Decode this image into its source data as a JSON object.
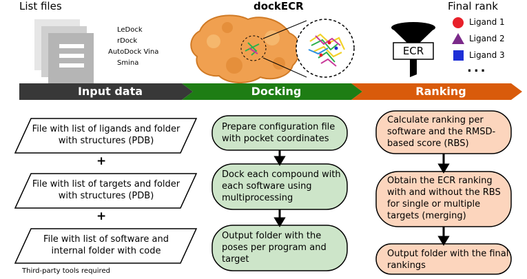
{
  "header": {
    "list_files": "List files",
    "programs": [
      "LeDock",
      "rDock",
      "AutoDock Vina",
      "Smina"
    ],
    "dockecr": "dockECR",
    "final_rank": "Final rank",
    "ecr_label": "ECR",
    "ligands": [
      {
        "label": "Ligand 1",
        "color": "#e8202a",
        "shape": "circle"
      },
      {
        "label": "Ligand 2",
        "color": "#7b2a8a",
        "shape": "triangle"
      },
      {
        "label": "Ligand 3",
        "color": "#1e2fd6",
        "shape": "square"
      }
    ],
    "more": "..."
  },
  "banner": {
    "input": "Input data",
    "docking": "Docking",
    "ranking": "Ranking",
    "colors": {
      "input": "#383838",
      "docking": "#1e7d14",
      "ranking": "#d95b0b"
    }
  },
  "input_column": {
    "boxes": [
      "File with list of ligands and folder with structures (PDB)",
      "File with list of targets and folder with structures (PDB)",
      "File with list of software and internal folder with code"
    ],
    "plus": "+",
    "footnote": "Third-party tools required"
  },
  "docking_column": {
    "steps": [
      "Prepare configuration file with pocket coordinates",
      "Dock each compound with each software using multiprocessing",
      "Output folder with the poses per program and target"
    ],
    "fill": "#cde5c9"
  },
  "ranking_column": {
    "steps": [
      "Calculate ranking per software and the RMSD-based score (RBS)",
      "Obtain the ECR ranking with and without the RBS for single or multiple targets (merging)",
      "Output folder with the final rankings"
    ],
    "fill": "#fcd5bd"
  }
}
